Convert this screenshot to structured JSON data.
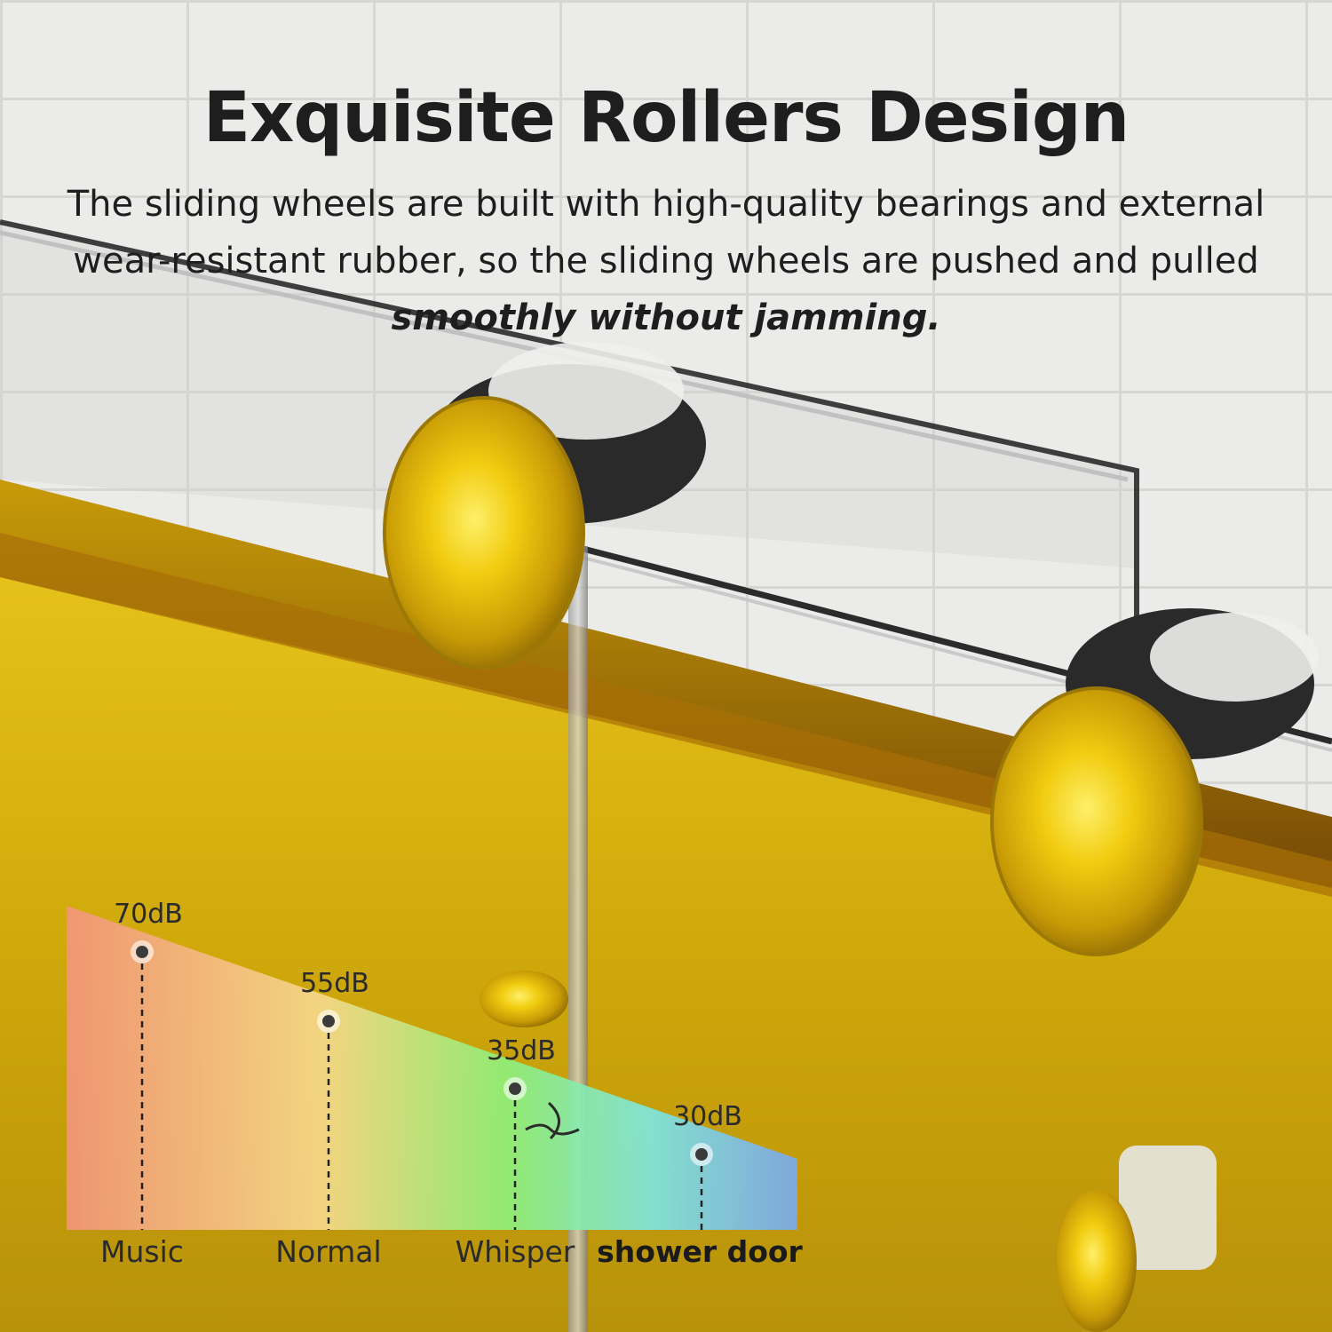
{
  "heading": {
    "title": "Exquisite Rollers Design",
    "description": "The sliding wheels are built with high-quality bearings and external wear-resistant rubber, so the sliding wheels are pushed and pulled",
    "description_emphasis": "smoothly without jamming."
  },
  "chart_data": {
    "type": "area",
    "categories": [
      "Music",
      "Normal",
      "Whisper",
      "shower door"
    ],
    "values": [
      70,
      55,
      35,
      30
    ],
    "value_labels": [
      "70dB",
      "55dB",
      "35dB",
      "30dB"
    ],
    "unit": "dB",
    "highlighted_category": "shower door",
    "colors": {
      "gradient": [
        "#f2957a",
        "#f6d98a",
        "#8ef07a",
        "#7fe6e0",
        "#7aa8ee"
      ],
      "marker": "#3b3b3b"
    }
  },
  "colors": {
    "gold": "#d9b50c",
    "wall_tile": "#ebebe9",
    "rubber": "#2a2a2a",
    "text": "#1e1e1e"
  },
  "icons": [
    "wave-smooth-icon"
  ]
}
